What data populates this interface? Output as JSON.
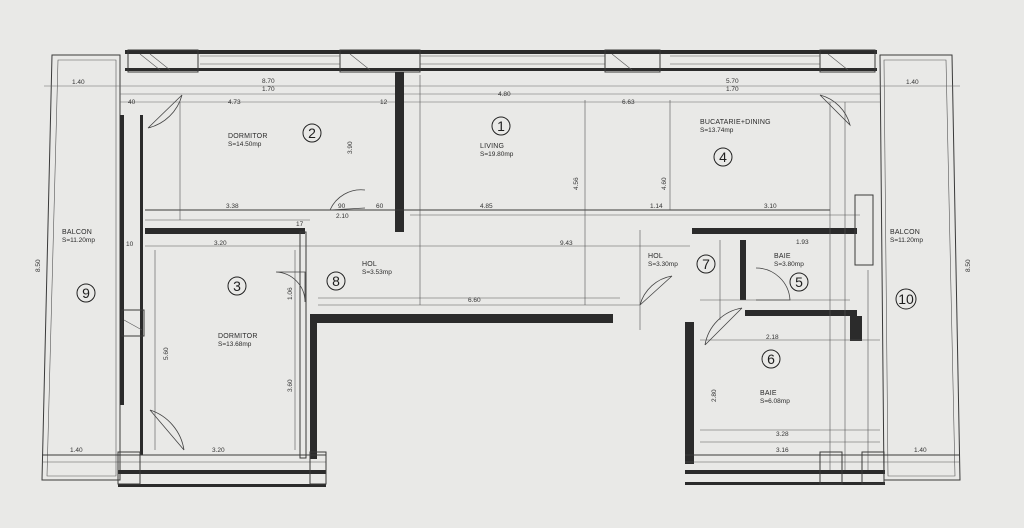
{
  "rooms": [
    {
      "num": "1",
      "name": "LIVING",
      "area": "S=19.80mp"
    },
    {
      "num": "2",
      "name": "DORMITOR",
      "area": "S=14.50mp"
    },
    {
      "num": "3",
      "name": "DORMITOR",
      "area": "S=13.68mp"
    },
    {
      "num": "4",
      "name": "BUCATARIE+DINING",
      "area": "S=13.74mp"
    },
    {
      "num": "5",
      "name": "BAIE",
      "area": "S=3.80mp"
    },
    {
      "num": "6",
      "name": "BAIE",
      "area": "S=6.08mp"
    },
    {
      "num": "7",
      "name": "HOL",
      "area": "S=3.30mp"
    },
    {
      "num": "8",
      "name": "HOL",
      "area": "S=3.53mp"
    },
    {
      "num": "9",
      "name": "BALCON",
      "area": "S=11.20mp"
    },
    {
      "num": "10",
      "name": "BALCON",
      "area": "S=11.20mp"
    }
  ],
  "dimensions": {
    "top_left_balcony": "1.40",
    "top_mid_a": "8.70",
    "top_mid_a2": "1.70",
    "top_mid_b": "5.70",
    "top_mid_b2": "1.70",
    "top_right_balcony": "1.40",
    "row2_left": "4.73",
    "row2_mid": "4.80",
    "row2_right": "6.63",
    "sub_40": "40",
    "sub_12": "12",
    "room2_height": "3.90",
    "room1_height": "4.56",
    "room4_height": "4.60",
    "room2_width": "3.38",
    "room1_width": "4.85",
    "room4_width": "3.10",
    "kitchen_w": "1.14",
    "door_210": "2.10",
    "door_90": "90",
    "door_60": "60",
    "hol_width": "3.20",
    "long_span": "9.43",
    "mid_span": "6.60",
    "bath5_w": "1.93",
    "bath6_w": "2.18",
    "bath6_bottom": "3.28",
    "bath6_bottom2": "3.16",
    "bath6_height": "2.80",
    "room3_height": "5.60",
    "room3_height2": "3.60",
    "room3_bottom": "3.20",
    "bottom_left_balcony": "1.40",
    "bottom_right_balcony": "1.40",
    "balcony_height": "8.50",
    "side_right": "8.50",
    "hol8_h": "1.06",
    "small_17": "17",
    "small_10": "10"
  }
}
